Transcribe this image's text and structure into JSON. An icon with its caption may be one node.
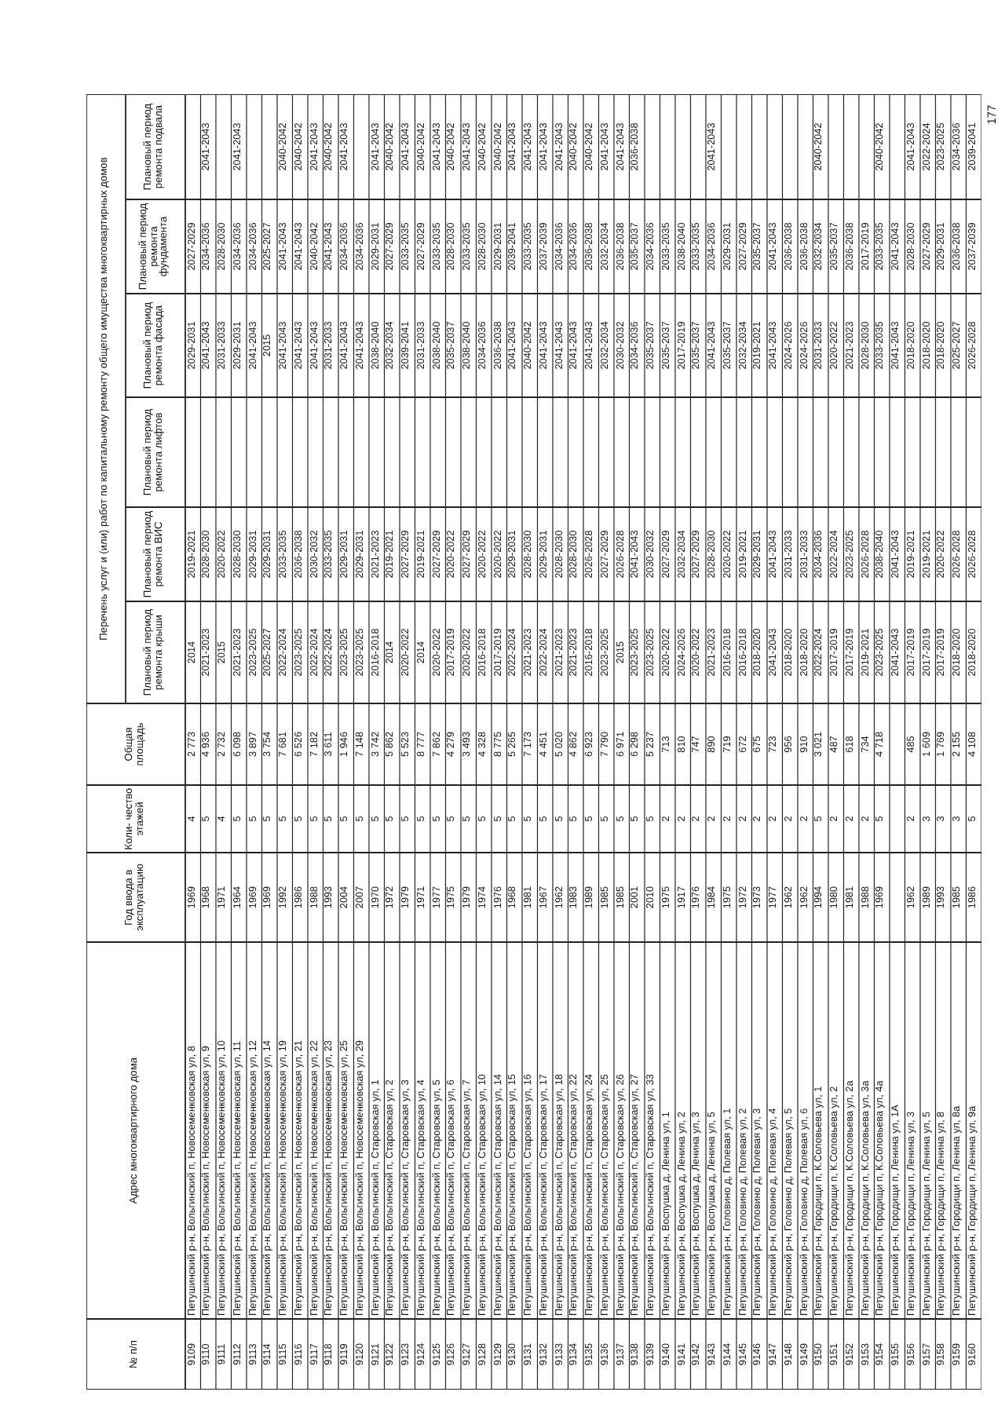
{
  "diagram": {
    "labels": [
      "№ п/п",
      "Адрес многоквартирного дома",
      "Год ввода в эксплуатацию",
      "Коли- чество этажей",
      "Общая площадь",
      "Перечень услуг и (или) работ по капитальному ремонту общего имущества многоквартирных домов",
      "Плановый период ремонта крыши",
      "Плановый период ремонта ВИС",
      "Плановый период ремонта лифтов",
      "Плановый период ремонта фасада",
      "Плановый период ремонта фундамента",
      "Плановый период ремонта подвала",
      "9109",
      "Петушинский р-н, Вольгинский п, Новосеменковская ул, 8",
      "1969",
      "4",
      "2 773",
      "2014",
      "2019-2021",
      "2029-2031",
      "2027-2029",
      "9110",
      "Петушинский р-н, Вольгинский п, Новосеменковская ул, 9",
      "1968",
      "5",
      "4 936",
      "2021-2023",
      "2028-2030",
      "2041-2043",
      "2034-2036",
      "2041-2043",
      "9111",
      "Петушинский р-н, Вольгинский п, Новосеменковская ул, 10",
      "1971",
      "4",
      "2 732",
      "2015",
      "2020-2022",
      "2031-2033",
      "2028-2030",
      "9112",
      "Петушинский р-н, Вольгинский п, Новосеменковская ул, 11",
      "1964",
      "5",
      "6 098",
      "2021-2023",
      "2028-2030",
      "2029-2031",
      "2034-2036",
      "2041-2043",
      "9113",
      "Петушинский р-н, Вольгинский п, Новосеменковская ул, 12",
      "1969",
      "5",
      "3 897",
      "2023-2025",
      "2029-2031",
      "2041-2043",
      "2034-2036",
      "9114",
      "Петушинский р-н, Вольгинский п, Новосеменковская ул, 14",
      "1969",
      "5",
      "3 754",
      "2025-2027",
      "2029-2031",
      "2015",
      "2025-2027",
      "9115",
      "Петушинский р-н, Вольгинский п, Новосеменковская ул, 19",
      "1992",
      "5",
      "7 681",
      "2022-2024",
      "2033-2035",
      "2041-2043",
      "2041-2043",
      "2040-2042",
      "9116",
      "Петушинский р-н, Вольгинский п, Новосеменковская ул, 21",
      "1986",
      "5",
      "6 526",
      "2023-2025",
      "2036-2038",
      "2041-2043",
      "2041-2043",
      "2040-2042",
      "9117",
      "Петушинский р-н, Вольгинский п, Новосеменковская ул, 22",
      "1988",
      "5",
      "7 182",
      "2022-2024",
      "2030-2032",
      "2041-2043",
      "2040-2042",
      "2041-2043",
      "9118",
      "Петушинский р-н, Вольгинский п, Новосеменковская ул, 23",
      "1993",
      "5",
      "3 611",
      "2022-2024",
      "2033-2035",
      "2031-2033",
      "2041-2043",
      "2040-2042",
      "9119",
      "Петушинский р-н, Вольгинский п, Новосеменковская ул, 25",
      "2004",
      "5",
      "1 946",
      "2023-2025",
      "2029-2031",
      "2041-2043",
      "2034-2036",
      "2041-2043",
      "9120",
      "Петушинский р-н, Вольгинский п, Новосеменковская ул, 29",
      "2007",
      "5",
      "7 148",
      "2023-2025",
      "2029-2031",
      "2041-2043",
      "2034-2036",
      "9121",
      "Петушинский р-н, Вольгинский п, Старовская ул, 1",
      "1970",
      "5",
      "3 742",
      "2016-2018",
      "2021-2023",
      "2038-2040",
      "2029-2031",
      "2041-2043",
      "9122",
      "Петушинский р-н, Вольгинский п, Старовская ул, 2",
      "1972",
      "5",
      "5 862",
      "2014",
      "2019-2021",
      "2032-2034",
      "2027-2029",
      "2040-2042",
      "9123",
      "Петушинский р-н, Вольгинский п, Старовская ул, 3",
      "1979",
      "5",
      "5 523",
      "2020-2022",
      "2027-2029",
      "2039-2041",
      "2033-2035",
      "2041-2043",
      "9124",
      "Петушинский р-н, Вольгинский п, Старовская ул, 4",
      "1971",
      "5",
      "8 777",
      "2014",
      "2019-2021",
      "2031-2033",
      "2027-2029",
      "2040-2042",
      "9125",
      "Петушинский р-н, Вольгинский п, Старовская ул, 5",
      "1977",
      "5",
      "7 862",
      "2020-2022",
      "2027-2029",
      "2038-2040",
      "2033-2035",
      "2041-2043",
      "9126",
      "Петушинский р-н, Вольгинский п, Старовская ул, 6",
      "1975",
      "5",
      "4 279",
      "2017-2019",
      "2020-2022",
      "2035-2037",
      "2028-2030",
      "2040-2042",
      "9127",
      "Петушинский р-н, Вольгинский п, Старовская ул, 7",
      "1979",
      "5",
      "3 493",
      "2020-2022",
      "2027-2029",
      "2038-2040",
      "2033-2035",
      "2041-2043",
      "9128",
      "Петушинский р-н, Вольгинский п, Старовская ул, 10",
      "1974",
      "5",
      "4 328",
      "2016-2018",
      "2020-2022",
      "2034-2036",
      "2028-2030",
      "2040-2042",
      "9129",
      "Петушинский р-н, Вольгинский п, Старовская ул, 14",
      "1976",
      "5",
      "8 775",
      "2017-2019",
      "2020-2022",
      "2036-2038",
      "2029-2031",
      "2040-2042",
      "9130",
      "Петушинский р-н, Вольгинский п, Старовская ул, 15",
      "1968",
      "5",
      "5 265",
      "2022-2024",
      "2029-2031",
      "2041-2043",
      "2039-2041",
      "2041-2043",
      "9131",
      "Петушинский р-н, Вольгинский п, Старовская ул, 16",
      "1981",
      "5",
      "7 173",
      "2021-2023",
      "2028-2030",
      "2040-2042",
      "2033-2035",
      "2041-2043",
      "9132",
      "Петушинский р-н, Вольгинский п, Старовская ул, 17",
      "1967",
      "5",
      "4 451",
      "2022-2024",
      "2029-2031",
      "2041-2043",
      "2037-2039",
      "2041-2043",
      "9133",
      "Петушинский р-н, Вольгинский п, Старовская ул, 18",
      "1962",
      "5",
      "5 020",
      "2021-2023",
      "2028-2030",
      "2041-2043",
      "2034-2036",
      "2041-2043",
      "9134",
      "Петушинский р-н, Вольгинский п, Старовская ул, 22",
      "1983",
      "5",
      "4 862",
      "2021-2023",
      "2028-2030",
      "2041-2043",
      "2034-2036",
      "2040-2042",
      "9135",
      "Петушинский р-н, Вольгинский п, Старовская ул, 24",
      "1989",
      "5",
      "6 923",
      "2016-2018",
      "2026-2028",
      "2041-2043",
      "2036-2038",
      "2040-2042",
      "9136",
      "Петушинский р-н, Вольгинский п, Старовская ул, 25",
      "1985",
      "5",
      "7 790",
      "2023-2025",
      "2027-2029",
      "2032-2034",
      "2032-2034",
      "2041-2043",
      "9137",
      "Петушинский р-н, Вольгинский п, Старовская ул, 26",
      "1985",
      "5",
      "6 971",
      "2015",
      "2026-2028",
      "2030-2032",
      "2036-2038",
      "2041-2043",
      "9138",
      "Петушинский р-н, Вольгинский п, Старовская ул, 27",
      "2001",
      "5",
      "6 298",
      "2023-2025",
      "2041-2043",
      "2034-2036",
      "2035-2037",
      "2036-2038",
      "9139",
      "Петушинский р-н, Вольгинский п, Старовская ул, 33",
      "2010",
      "5",
      "5 237",
      "2023-2025",
      "2030-2032",
      "2035-2037",
      "2034-2036",
      "9140",
      "Петушинский р-н, Воспушка д, Ленина ул, 1",
      "1975",
      "2",
      "713",
      "2020-2022",
      "2027-2029",
      "2035-2037",
      "2033-2035",
      "9141",
      "Петушинский р-н, Воспушка д, Ленина ул, 2",
      "1917",
      "2",
      "810",
      "2024-2026",
      "2032-2034",
      "2017-2019",
      "2038-2040",
      "9142",
      "Петушинский р-н, Воспушка д, Ленина ул, 3",
      "1976",
      "2",
      "747",
      "2020-2022",
      "2027-2029",
      "2035-2037",
      "2033-2035",
      "9143",
      "Петушинский р-н, Воспушка д, Ленина ул, 5",
      "1984",
      "2",
      "890",
      "2021-2023",
      "2028-2030",
      "2041-2043",
      "2034-2036",
      "2041-2043",
      "9144",
      "Петушинский р-н, Головино д, Полевая ул, 1",
      "1975",
      "2",
      "719",
      "2016-2018",
      "2020-2022",
      "2035-2037",
      "2029-2031",
      "9145",
      "Петушинский р-н, Головино д, Полевая ул, 2",
      "1972",
      "2",
      "672",
      "2016-2018",
      "2019-2021",
      "2032-2034",
      "2027-2029",
      "9146",
      "Петушинский р-н, Головино д, Полевая ул, 3",
      "1973",
      "2",
      "675",
      "2018-2020",
      "2029-2031",
      "2019-2021",
      "2035-2037",
      "9147",
      "Петушинский р-н, Головино д, Полевая ул, 4",
      "1977",
      "2",
      "723",
      "2041-2043",
      "2041-2043",
      "2041-2043",
      "2041-2043",
      "9148",
      "Петушинский р-н, Головино д, Полевая ул, 5",
      "1962",
      "2",
      "956",
      "2018-2020",
      "2031-2033",
      "2024-2026",
      "2036-2038",
      "9149",
      "Петушинский р-н, Головино д, Полевая ул, 6",
      "1962",
      "2",
      "910",
      "2018-2020",
      "2031-2033",
      "2024-2026",
      "2036-2038",
      "9150",
      "Петушинский р-н, Городищи п, К.Соловьева ул, 1",
      "1994",
      "5",
      "3 021",
      "2022-2024",
      "2034-2036",
      "2031-2033",
      "2032-2034",
      "2040-2042",
      "9151",
      "Петушинский р-н, Городищи п, К.Соловьева ул, 2",
      "1980",
      "2",
      "487",
      "2017-2019",
      "2022-2024",
      "2020-2022",
      "2035-2037",
      "9152",
      "Петушинский р-н, Городищи п, К.Соловьева ул, 2а",
      "1981",
      "2",
      "618",
      "2017-2019",
      "2023-2025",
      "2021-2023",
      "2036-2038",
      "9153",
      "Петушинский р-н, Городищи п, К.Соловьева ул, 3а",
      "1988",
      "2",
      "734",
      "2019-2021",
      "2026-2028",
      "2028-2030",
      "2017-2019",
      "9154",
      "Петушинский р-н, Городищи п, К.Соловьева ул, 4а",
      "1969",
      "5",
      "4 718",
      "2023-2025",
      "2038-2040",
      "2033-2035",
      "2033-2035",
      "2040-2042",
      "9155",
      "Петушинский р-н, Городищи п, Ленина ул, 1А",
      "2041-2043",
      "2041-2043",
      "2041-2043",
      "2041-2043",
      "9156",
      "Петушинский р-н, Городищи п, Ленина ул, 3",
      "1962",
      "2",
      "485",
      "2017-2019",
      "2019-2021",
      "2018-2020",
      "2028-2030",
      "2041-2043",
      "9157",
      "Петушинский р-н, Городищи п, Ленина ул, 5",
      "1989",
      "3",
      "1 609",
      "2017-2019",
      "2019-2021",
      "2018-2020",
      "2027-2029",
      "2022-2024",
      "9158",
      "Петушинский р-н, Городищи п, Ленина ул, 8",
      "1993",
      "3",
      "1 769",
      "2017-2019",
      "2020-2022",
      "2018-2020",
      "2029-2031",
      "2023-2025",
      "9159",
      "Петушинский р-н, Городищи п, Ленина ул, 8а",
      "1985",
      "3",
      "2 155",
      "2018-2020",
      "2026-2028",
      "2025-2027",
      "2036-2038",
      "2034-2036",
      "9160",
      "Петушинский р-н, Городищи п, Ленина ул, 9а",
      "1986",
      "5",
      "4 108",
      "2018-2020",
      "2026-2028",
      "2026-2028",
      "2037-2039",
      "2039-2041",
      "177"
    ]
  }
}
